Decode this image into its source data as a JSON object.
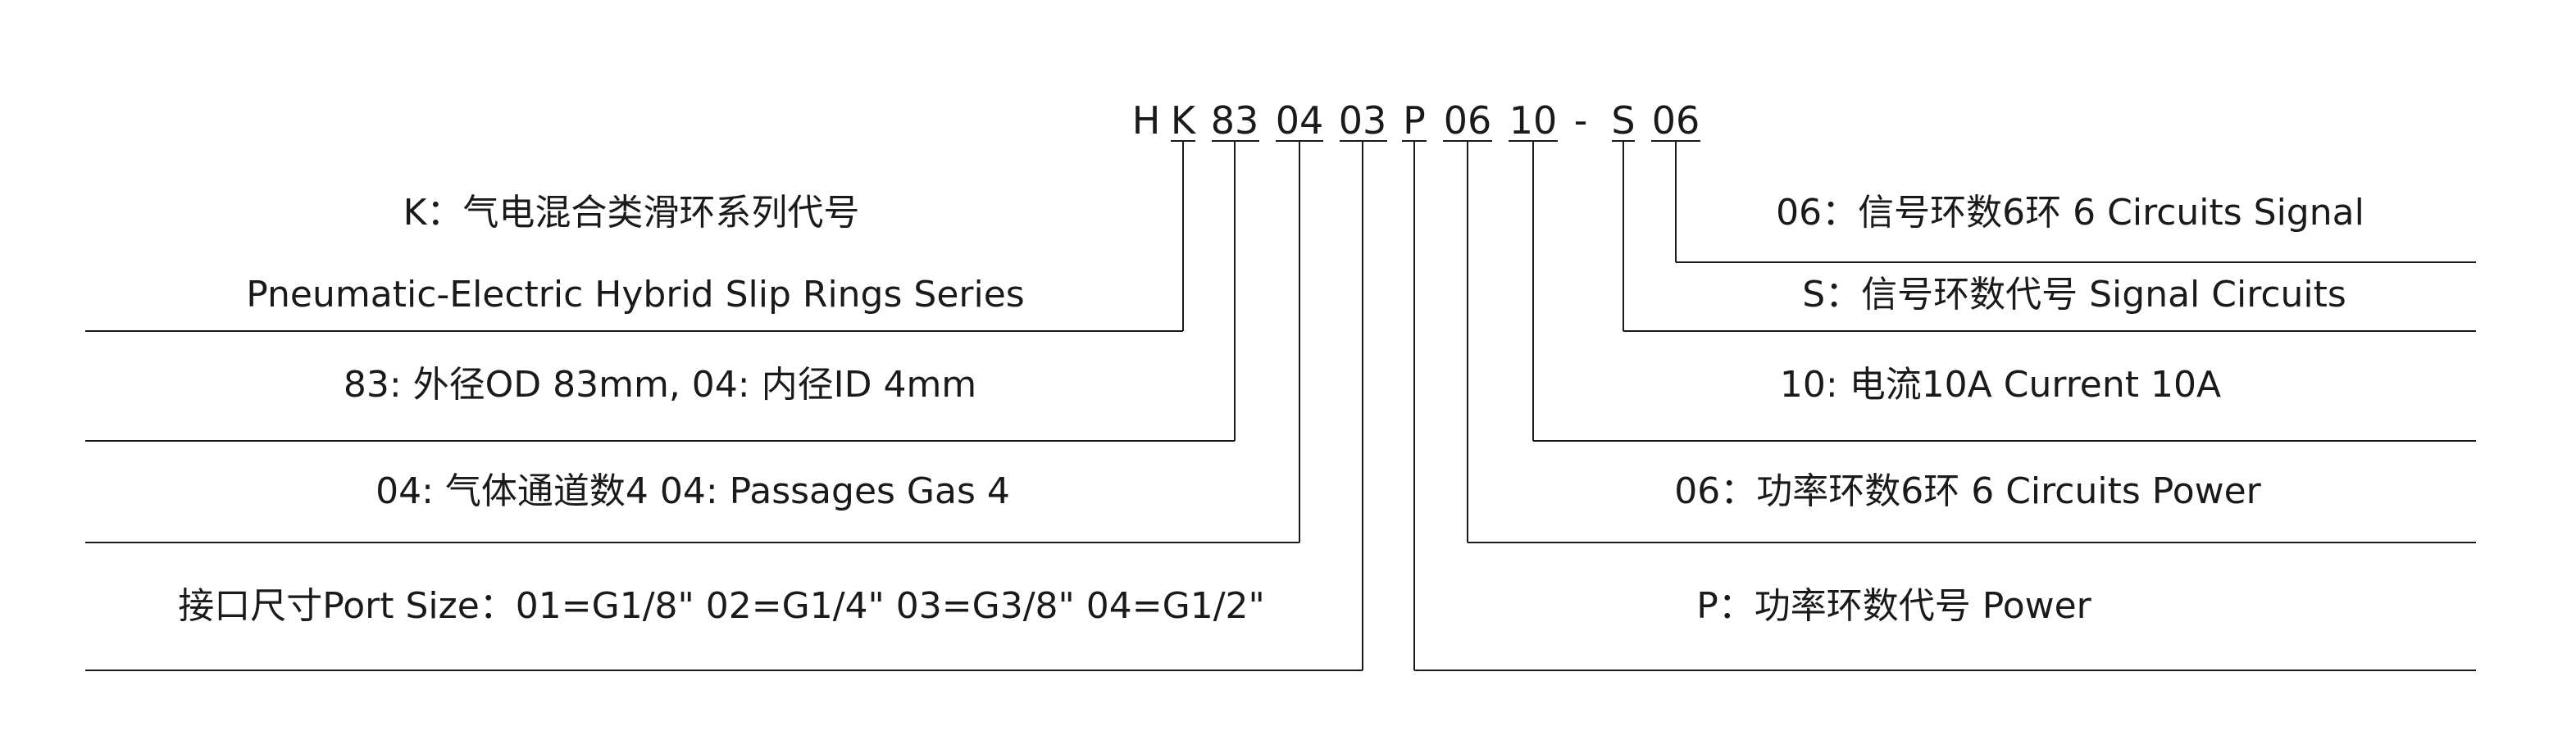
{
  "code": {
    "segments": [
      {
        "id": "H",
        "text": "H"
      },
      {
        "id": "K",
        "text": "K"
      },
      {
        "id": "83",
        "text": "83"
      },
      {
        "id": "04a",
        "text": "04"
      },
      {
        "id": "03",
        "text": "03"
      },
      {
        "id": "P",
        "text": "P"
      },
      {
        "id": "06a",
        "text": "06"
      },
      {
        "id": "10",
        "text": "10"
      },
      {
        "id": "dash",
        "text": "-"
      },
      {
        "id": "S",
        "text": "S"
      },
      {
        "id": "06b",
        "text": "06"
      }
    ]
  },
  "left_labels": {
    "k_cn": "K：气电混合类滑环系列代号",
    "k_en": "Pneumatic-Electric Hybrid Slip Rings Series",
    "od_id": "83: 外径OD 83mm, 04: 内径ID 4mm",
    "gas": "04: 气体通道数4  04: Passages Gas 4",
    "port": "接口尺寸Port Size：01=G1/8\" 02=G1/4\" 03=G3/8\" 04=G1/2\""
  },
  "right_labels": {
    "signal_rings": "06：信号环数6环 6 Circuits Signal",
    "signal_code": "S：信号环数代号 Signal Circuits",
    "current": "10: 电流10A  Current 10A",
    "power_rings": "06：功率环数6环  6 Circuits Power",
    "power_code": "P：功率环数代号 Power"
  },
  "colors": {
    "line": "#1a1a1a",
    "text": "#1a1a1a"
  }
}
